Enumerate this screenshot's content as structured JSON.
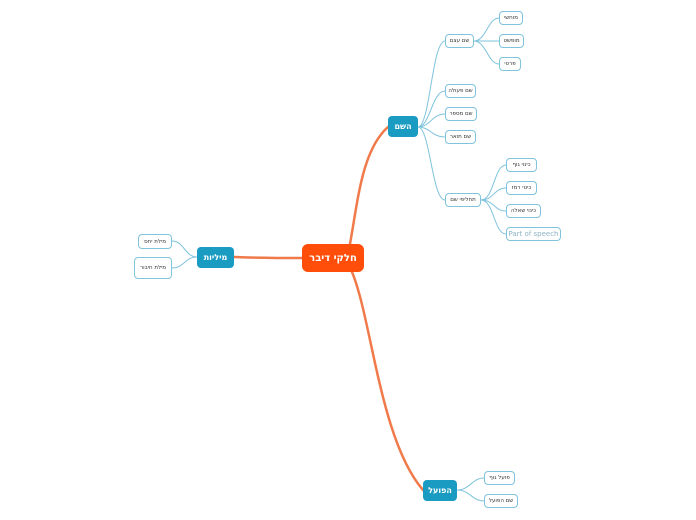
{
  "colors": {
    "root": "#ff4e0a",
    "main": "#1a9bc1",
    "trunk_connector": "#f07a4a",
    "branch_connector": "#7fc3dc"
  },
  "root": {
    "label": "חלקי דיבר"
  },
  "noun": {
    "label": "השם",
    "proper": {
      "label": "שם עצם",
      "children": [
        "מוחשי",
        "מופשט",
        "פרטי"
      ]
    },
    "items": [
      "שם פעולה",
      "שם מספר",
      "שם תואר"
    ],
    "pronoun": {
      "label": "תחליפי שם",
      "children": [
        "כינוי גוף",
        "כינוי רמז",
        "כינוי שאלה",
        "Part of speech"
      ]
    }
  },
  "words": {
    "label": "מיליות",
    "children": [
      "מילת יחס",
      "מילת חיבור"
    ]
  },
  "verb": {
    "label": "הפועל",
    "children": [
      "פועל גוף",
      "שם הפועל"
    ]
  }
}
